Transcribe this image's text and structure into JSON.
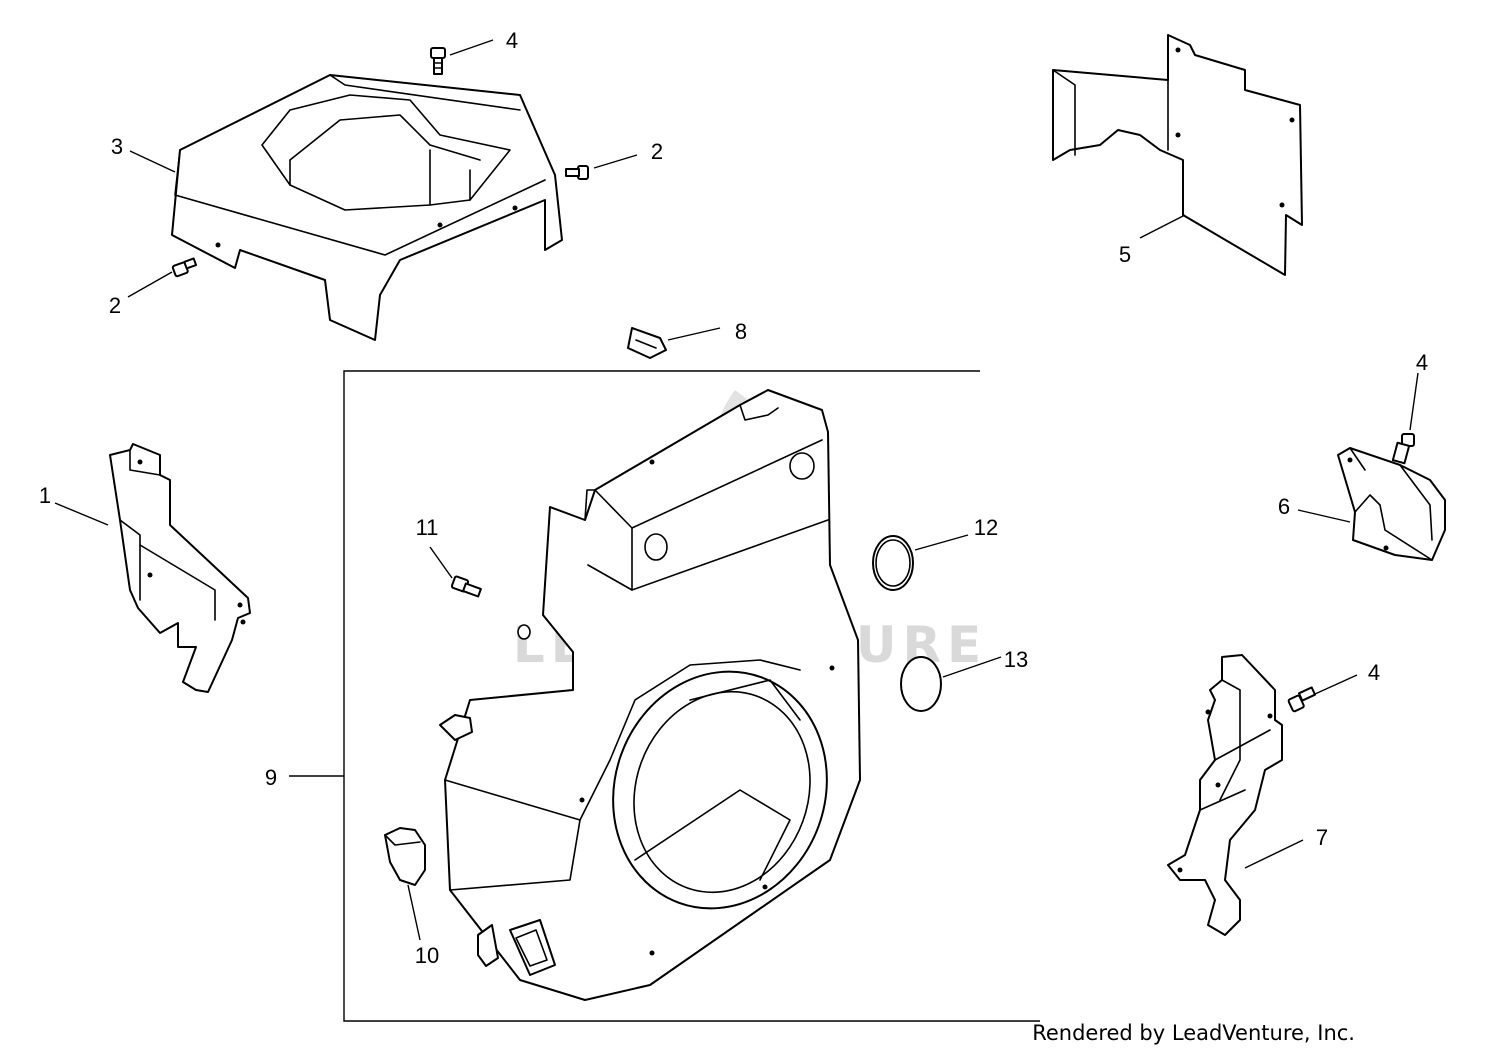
{
  "diagram": {
    "callouts": [
      "1",
      "2",
      "2",
      "3",
      "4",
      "4",
      "4",
      "5",
      "6",
      "7",
      "8",
      "9",
      "10",
      "11",
      "12",
      "13"
    ],
    "watermark": "LEADVENTURE",
    "credit": "Rendered by LeadVenture, Inc.",
    "colors": {
      "line": "#000000",
      "background": "#ffffff",
      "watermark": "#d9d9d9"
    }
  }
}
